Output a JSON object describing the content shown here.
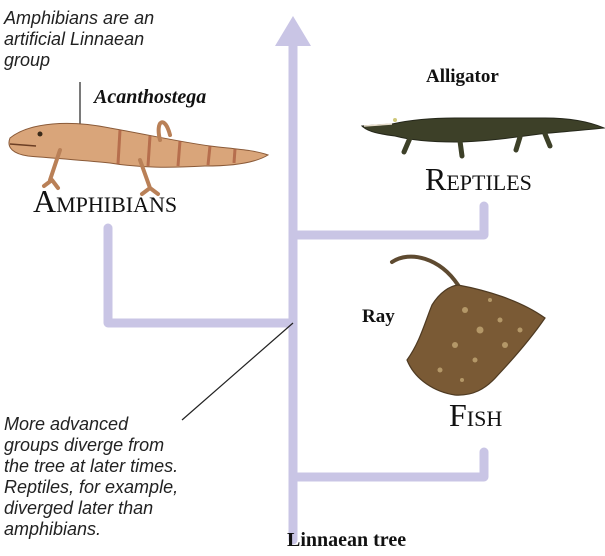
{
  "notes": {
    "artificial_group": [
      "Amphibians are an",
      "artificial Linnaean",
      "group"
    ],
    "divergence": [
      "More advanced",
      "groups diverge from",
      "the tree at later times.",
      "Reptiles, for example,",
      "diverged later than",
      "amphibians."
    ]
  },
  "specimens": {
    "acanthostega": "Acanthostega",
    "alligator": "Alligator",
    "ray": "Ray"
  },
  "groups": {
    "amphibians": {
      "initial": "A",
      "rest": "mphibians"
    },
    "reptiles": {
      "initial": "R",
      "rest": "eptiles"
    },
    "fish": {
      "initial": "F",
      "rest": "ish"
    }
  },
  "caption": "Linnaean tree",
  "colors": {
    "tree": "#c9c5e5",
    "acanthostega": "#d9a57a",
    "alligator": "#3d4028",
    "ray": "#7a5a35"
  },
  "icons": {
    "acanthostega": "acanthostega-illustration",
    "alligator": "alligator-illustration",
    "ray": "ray-illustration"
  }
}
